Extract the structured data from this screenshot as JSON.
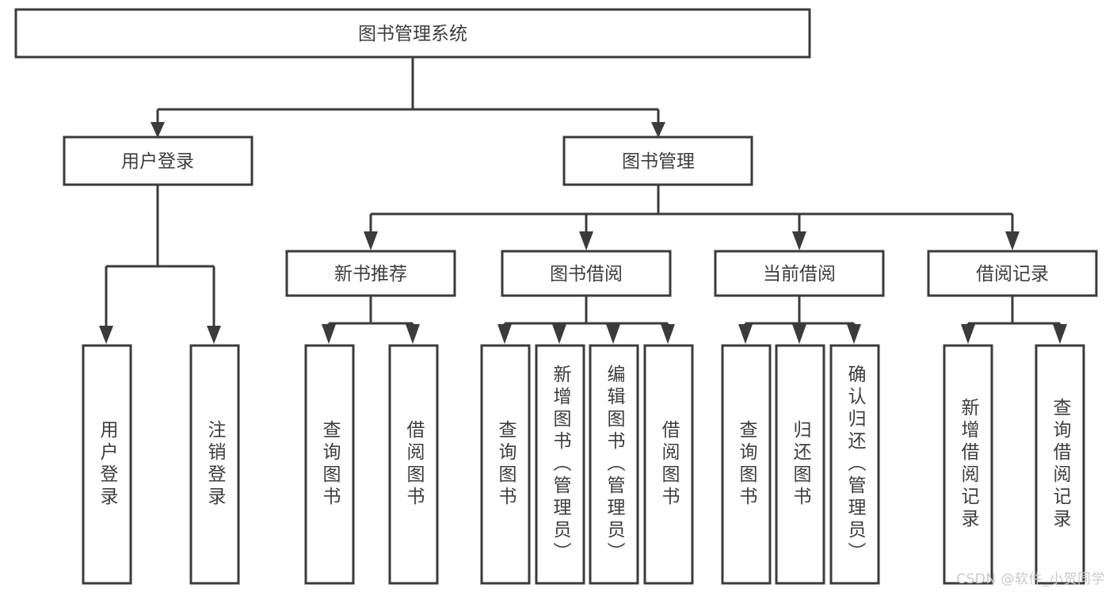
{
  "diagram": {
    "title": "图书管理系统",
    "type": "tree",
    "orientation": "top-down",
    "stroke_color": "#3b3b3b",
    "text_color": "#3d3d3d",
    "fill_color": "#ffffff",
    "background": "#ffffff"
  },
  "root": {
    "label": "图书管理系统"
  },
  "level2": {
    "user_login": {
      "label": "用户登录"
    },
    "book_manage": {
      "label": "图书管理"
    }
  },
  "level3": {
    "new_book_rec": {
      "label": "新书推荐"
    },
    "book_borrow": {
      "label": "图书借阅"
    },
    "current_borrow": {
      "label": "当前借阅"
    },
    "borrow_record": {
      "label": "借阅记录"
    }
  },
  "leaves": {
    "user_login": [
      {
        "label": "用户登录"
      },
      {
        "label": "注销登录"
      }
    ],
    "new_book_rec": [
      {
        "label": "查询图书"
      },
      {
        "label": "借阅图书"
      }
    ],
    "book_borrow": [
      {
        "label": "查询图书"
      },
      {
        "label": "新增图书（管理员）"
      },
      {
        "label": "编辑图书（管理员）"
      },
      {
        "label": "借阅图书"
      }
    ],
    "current_borrow": [
      {
        "label": "查询图书"
      },
      {
        "label": "归还图书"
      },
      {
        "label": "确认归还（管理员）"
      }
    ],
    "borrow_record": [
      {
        "label": "新增借阅记录"
      },
      {
        "label": "查询借阅记录"
      }
    ]
  },
  "watermark": {
    "text": "CSDN @软件_小贺同学"
  }
}
